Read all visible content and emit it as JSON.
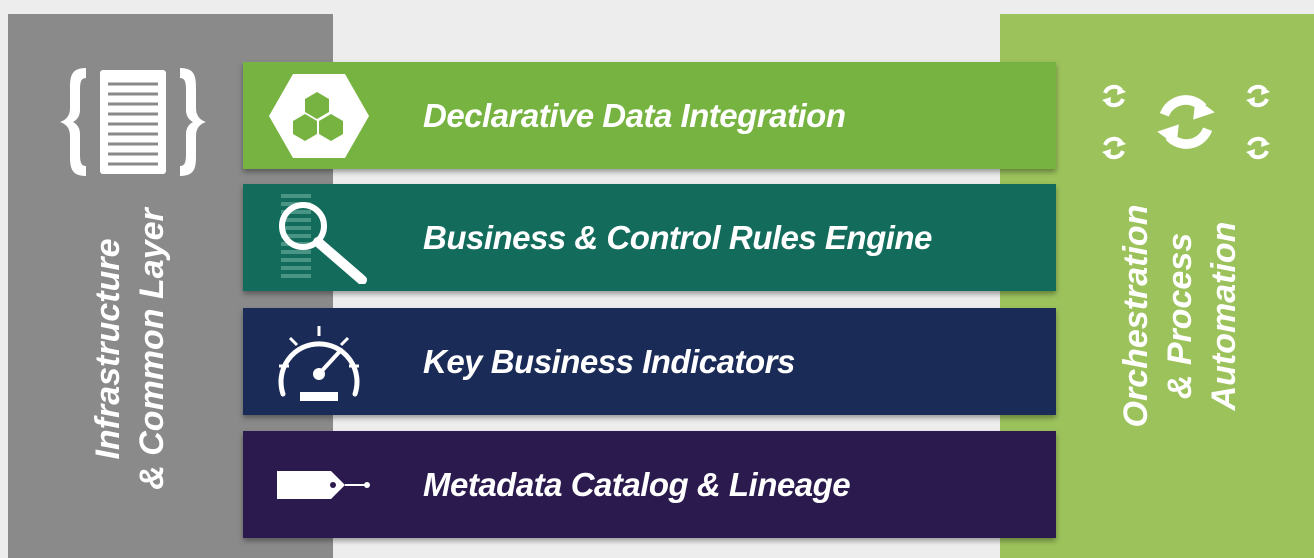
{
  "left_pillar": {
    "icon": "braced-document-icon",
    "label_lines": [
      "Infrastructure",
      "& Common Layer"
    ],
    "color": "#8a8a8a"
  },
  "right_pillar": {
    "icon": "refresh-cycle-icon",
    "label_lines": [
      "Orchestration",
      "& Process",
      "Automation"
    ],
    "color": "#9cc25c"
  },
  "bands": [
    {
      "label": "Declarative Data Integration",
      "icon": "hexagon-cluster-icon",
      "color": "#77b341"
    },
    {
      "label": "Business & Control Rules Engine",
      "icon": "magnifier-icon",
      "color": "#136b5c"
    },
    {
      "label": "Key Business Indicators",
      "icon": "speedometer-icon",
      "color": "#1b2b57"
    },
    {
      "label": "Metadata Catalog & Lineage",
      "icon": "tag-icon",
      "color": "#2a1a4d"
    }
  ]
}
